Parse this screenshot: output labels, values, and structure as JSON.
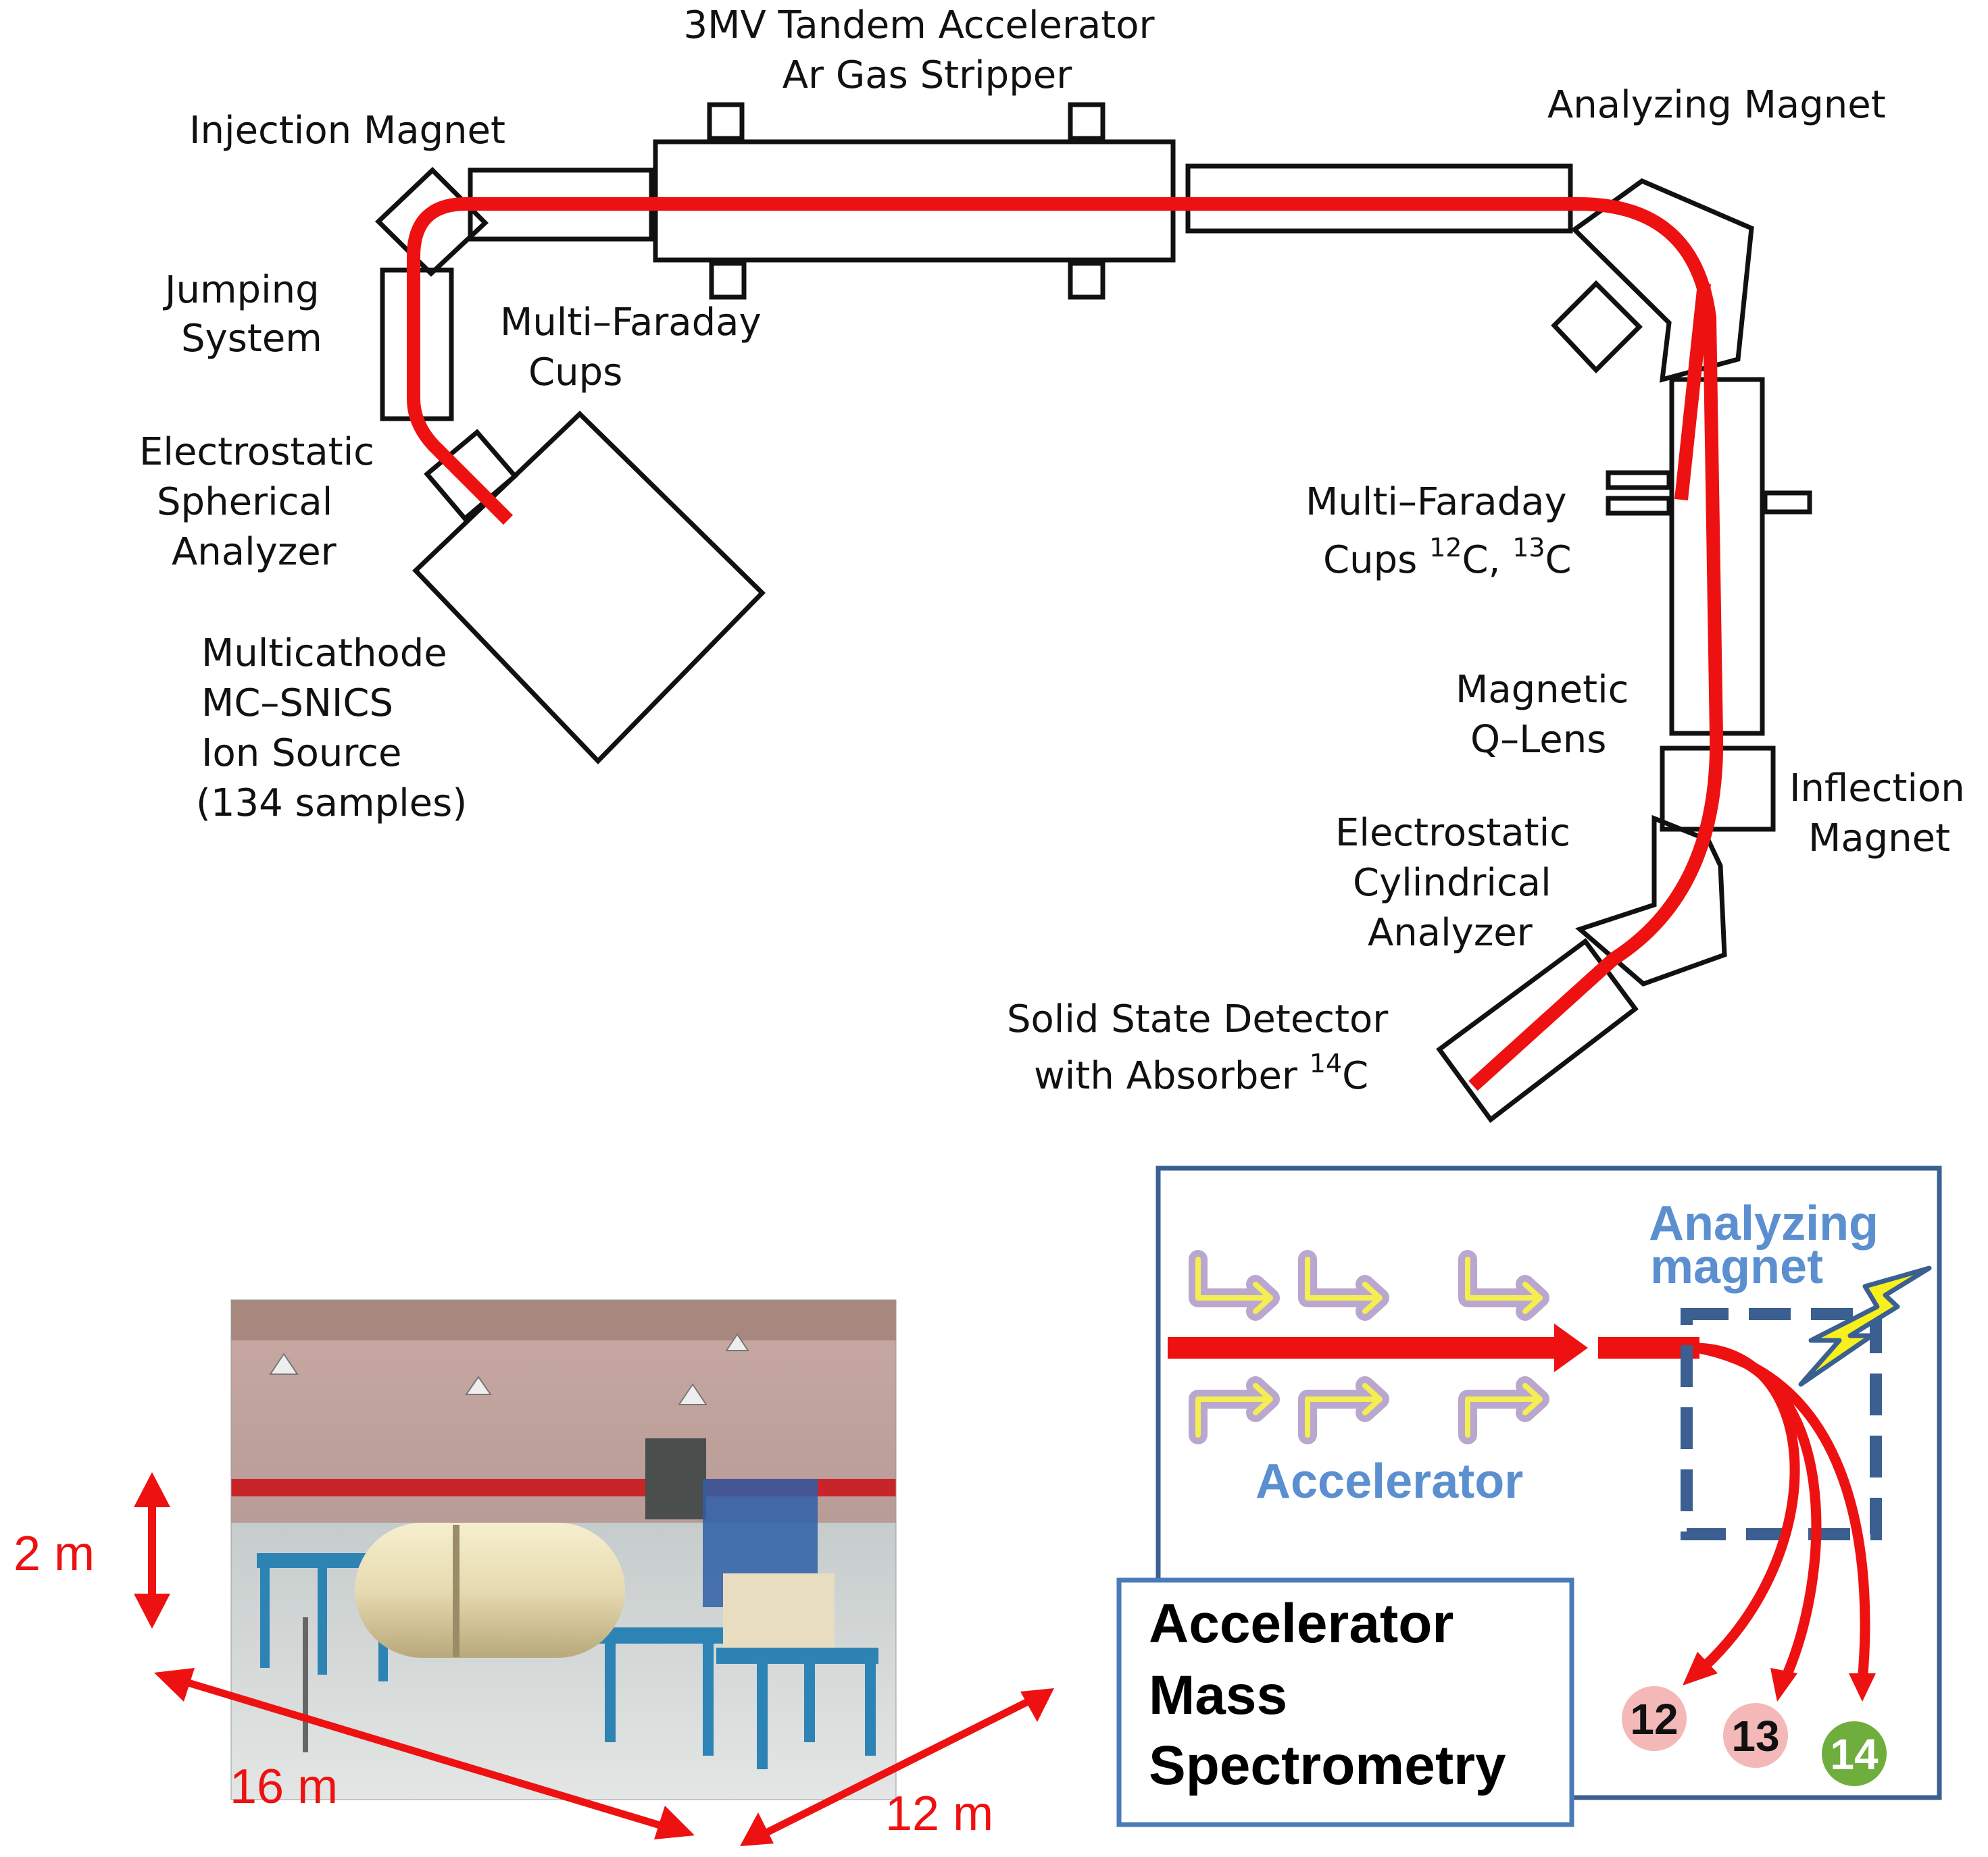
{
  "schematic": {
    "labels": {
      "accelerator_line1": "3MV Tandem Accelerator",
      "accelerator_line2": "Ar Gas Stripper",
      "injection_magnet": "Injection Magnet",
      "analyzing_magnet": "Analyzing Magnet",
      "jumping_line1": "Jumping",
      "jumping_line2": "System",
      "multi_faraday_line1": "Multi–Faraday",
      "multi_faraday_line2": "Cups",
      "esa_line1": "Electrostatic",
      "esa_line2": "Spherical",
      "esa_line3": "Analyzer",
      "source_line1": "Multicathode",
      "source_line2": "MC–SNICS",
      "source_line3": "Ion Source",
      "source_line4": "(134 samples)",
      "mfc2_line1": "Multi–Faraday",
      "mfc2_line2_prefix": "Cups ",
      "mfc2_sup1": "12",
      "mfc2_mid": "C, ",
      "mfc2_sup2": "13",
      "mfc2_end": "C",
      "qlens_line1": "Magnetic",
      "qlens_line2": "Q–Lens",
      "inflection_line1": "Inflection",
      "inflection_line2": "Magnet",
      "eca_line1": "Electrostatic",
      "eca_line2": "Cylindrical",
      "eca_line3": "Analyzer",
      "ssd_line1": "Solid State Detector",
      "ssd_line2_prefix": "with Absorber ",
      "ssd_sup": "14",
      "ssd_end": "C"
    }
  },
  "photo": {
    "dim_height": "2 m",
    "dim_length": "16 m",
    "dim_width": "12 m"
  },
  "ams_panel": {
    "analyzing_line1": "Analyzing",
    "analyzing_line2": "magnet",
    "accelerator": "Accelerator",
    "title_line1": "Accelerator",
    "title_line2": "Mass",
    "title_line3": "Spectrometry",
    "isotopes": [
      "12",
      "13",
      "14"
    ]
  },
  "colors": {
    "beam": "#ee1111",
    "outline": "#111111",
    "panel_border": "#3a5f90",
    "accent_blue": "#5b8fd0",
    "iso_12_13": "#f4b8b8",
    "iso_14": "#6fae3c",
    "lightning": "#f7f01c"
  }
}
